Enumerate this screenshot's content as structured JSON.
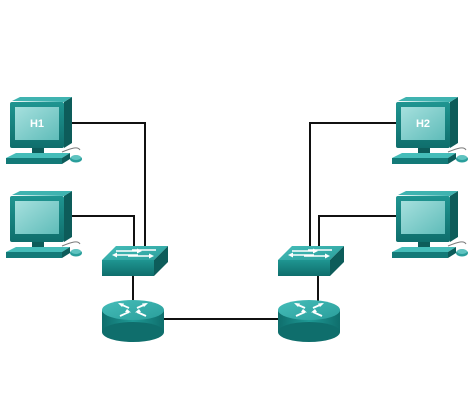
{
  "diagram": {
    "hosts": [
      {
        "id": "pc-top-left",
        "label": "H1"
      },
      {
        "id": "pc-bottom-left",
        "label": ""
      },
      {
        "id": "pc-top-right",
        "label": "H2"
      },
      {
        "id": "pc-bottom-right",
        "label": ""
      }
    ],
    "switches": [
      {
        "id": "switch-left"
      },
      {
        "id": "switch-right"
      }
    ],
    "routers": [
      {
        "id": "router-left"
      },
      {
        "id": "router-right"
      }
    ],
    "colors": {
      "device_teal": "#1e8c8a",
      "device_dark": "#0d5c5a",
      "device_light": "#3fb3b0",
      "screen": "#7fcfcd",
      "cable": "#111111"
    }
  }
}
